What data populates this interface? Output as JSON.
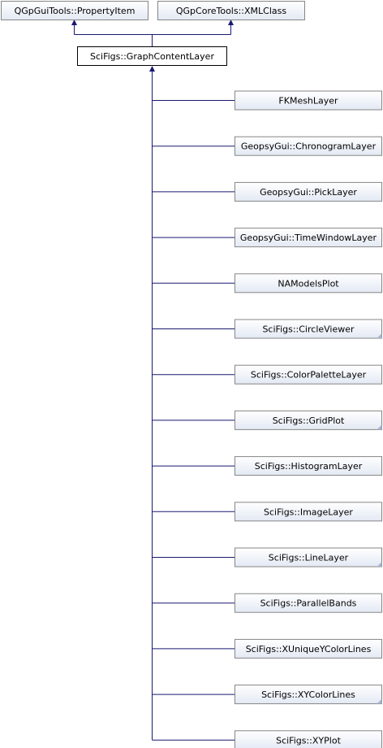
{
  "diagram": {
    "type": "class-inheritance",
    "parents": [
      {
        "label": "QGpGuiTools::PropertyItem"
      },
      {
        "label": "QGpCoreTools::XMLClass"
      }
    ],
    "center": {
      "label": "SciFigs::GraphContentLayer"
    },
    "children": [
      {
        "label": "FKMeshLayer",
        "truncated": false
      },
      {
        "label": "GeopsyGui::ChronogramLayer",
        "truncated": false
      },
      {
        "label": "GeopsyGui::PickLayer",
        "truncated": false
      },
      {
        "label": "GeopsyGui::TimeWindowLayer",
        "truncated": false
      },
      {
        "label": "NAModelsPlot",
        "truncated": false
      },
      {
        "label": "SciFigs::CircleViewer",
        "truncated": true
      },
      {
        "label": "SciFigs::ColorPaletteLayer",
        "truncated": false
      },
      {
        "label": "SciFigs::GridPlot",
        "truncated": true
      },
      {
        "label": "SciFigs::HistogramLayer",
        "truncated": false
      },
      {
        "label": "SciFigs::ImageLayer",
        "truncated": false
      },
      {
        "label": "SciFigs::LineLayer",
        "truncated": true
      },
      {
        "label": "SciFigs::ParallelBands",
        "truncated": false
      },
      {
        "label": "SciFigs::XUniqueYColorLines",
        "truncated": false
      },
      {
        "label": "SciFigs::XYColorLines",
        "truncated": true
      },
      {
        "label": "SciFigs::XYPlot",
        "truncated": false
      }
    ],
    "colors": {
      "node_border": "#868686",
      "node_fill_top": "#ffffff",
      "node_fill_bottom": "#e3e9f4",
      "center_border": "#000000",
      "center_fill": "#ffffff",
      "edge": "#191970",
      "truncation_corner": "#a8b4d1"
    }
  }
}
